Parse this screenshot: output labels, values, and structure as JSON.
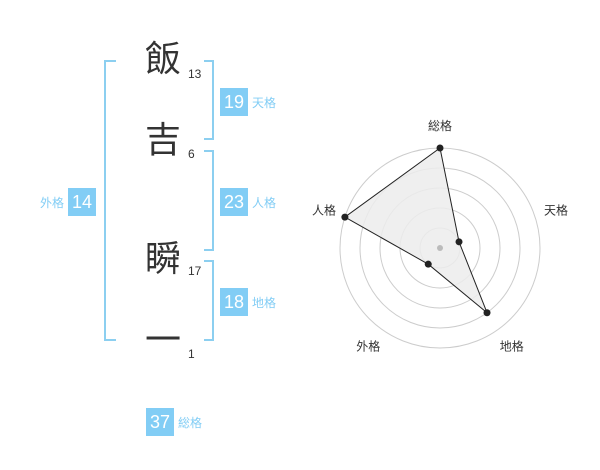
{
  "name": {
    "chars": [
      {
        "char": "飯",
        "strokes": "13"
      },
      {
        "char": "吉",
        "strokes": "6"
      },
      {
        "char": "瞬",
        "strokes": "17"
      },
      {
        "char": "一",
        "strokes": "1"
      }
    ]
  },
  "scores": {
    "tenkaku": {
      "value": "19",
      "label": "天格"
    },
    "jinkaku": {
      "value": "23",
      "label": "人格"
    },
    "chikaku": {
      "value": "18",
      "label": "地格"
    },
    "gaikaku": {
      "value": "14",
      "label": "外格"
    },
    "soukaku": {
      "value": "37",
      "label": "総格"
    }
  },
  "chart_data": {
    "type": "radar",
    "axes": [
      "総格",
      "天格",
      "地格",
      "外格",
      "人格"
    ],
    "values": [
      5,
      1,
      4,
      1,
      5
    ],
    "max": 5,
    "rings": 5,
    "colors": {
      "fill": "#ececec",
      "line": "#222222",
      "grid": "#cccccc",
      "accent": "#82cdf5"
    }
  }
}
